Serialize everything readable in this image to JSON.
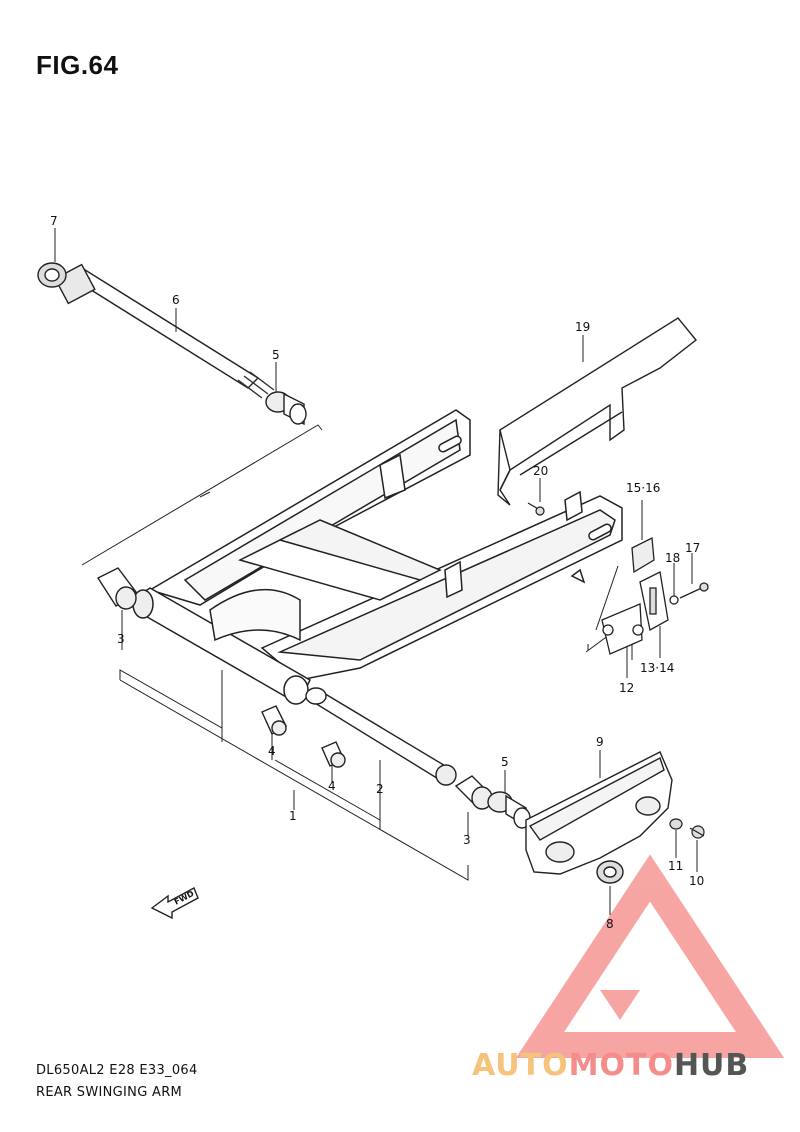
{
  "figure": {
    "title": "FIG.64"
  },
  "footer": {
    "model_code": "DL650AL2 E28 E33_064",
    "section_name": "REAR SWINGING ARM"
  },
  "direction_tag": "FWD",
  "callouts": [
    {
      "id": "c7",
      "text": "7"
    },
    {
      "id": "c6",
      "text": "6"
    },
    {
      "id": "c5a",
      "text": "5"
    },
    {
      "id": "c19",
      "text": "19"
    },
    {
      "id": "c20",
      "text": "20"
    },
    {
      "id": "c15",
      "text": "15·16"
    },
    {
      "id": "c18",
      "text": "18"
    },
    {
      "id": "c17",
      "text": "17"
    },
    {
      "id": "c3a",
      "text": "3"
    },
    {
      "id": "c12",
      "text": "12"
    },
    {
      "id": "c13",
      "text": "13·14"
    },
    {
      "id": "c4a",
      "text": "4"
    },
    {
      "id": "c4b",
      "text": "4"
    },
    {
      "id": "c2",
      "text": "2"
    },
    {
      "id": "c1",
      "text": "1"
    },
    {
      "id": "c5b",
      "text": "5"
    },
    {
      "id": "c9",
      "text": "9"
    },
    {
      "id": "c3b",
      "text": "3"
    },
    {
      "id": "c11",
      "text": "11"
    },
    {
      "id": "c10",
      "text": "10"
    },
    {
      "id": "c8",
      "text": "8"
    }
  ],
  "watermark": {
    "part1": "AUTO",
    "part2": "MOTO",
    "part3": "HUB",
    "colors": {
      "part1": "#f6c37c",
      "part2": "#f48d8a",
      "part3": "#555555",
      "triangle": "#f48d8a"
    }
  }
}
